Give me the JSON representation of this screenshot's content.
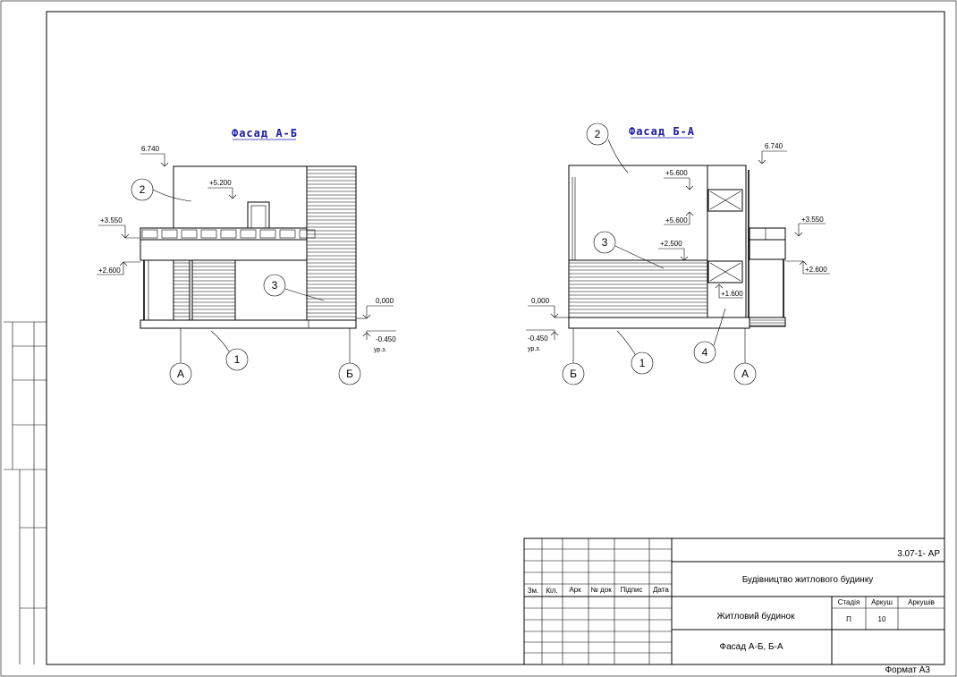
{
  "facade_ab": {
    "title": "Фасад А-Б",
    "levels": {
      "top": "6.740",
      "roof": "+5.200",
      "slab": "+3.550",
      "floor2": "+2.600",
      "zero": "0,000",
      "ground": "-0.450",
      "ground_note": "ур.з."
    },
    "callouts": [
      "1",
      "2",
      "3"
    ],
    "axes": [
      "А",
      "Б"
    ]
  },
  "facade_ba": {
    "title": "Фасад Б-А",
    "levels": {
      "top": "6.740",
      "upper1": "+5.600",
      "upper2": "+5.600",
      "slab": "+3.550",
      "floor2": "+2.600",
      "mid": "+2.500",
      "window": "+1.600",
      "zero": "0,000",
      "ground": "-0.450",
      "ground_note": "ур.з."
    },
    "callouts": [
      "1",
      "2",
      "3",
      "4"
    ],
    "axes": [
      "Б",
      "А"
    ]
  },
  "title_block": {
    "code": "3.07-1- АР",
    "project": "Будівництво житлового будинку",
    "object": "Житловий будинок",
    "sheet_name": "Фасад А-Б, Б-А",
    "headers": [
      "Зм.",
      "Кіл.",
      "Арк",
      "№ док",
      "Підпис",
      "Дата"
    ],
    "stage_label": "Стадія",
    "sheet_label": "Аркуш",
    "sheets_label": "Аркушів",
    "stage": "П",
    "sheet": "10"
  },
  "format": "Формат А3"
}
